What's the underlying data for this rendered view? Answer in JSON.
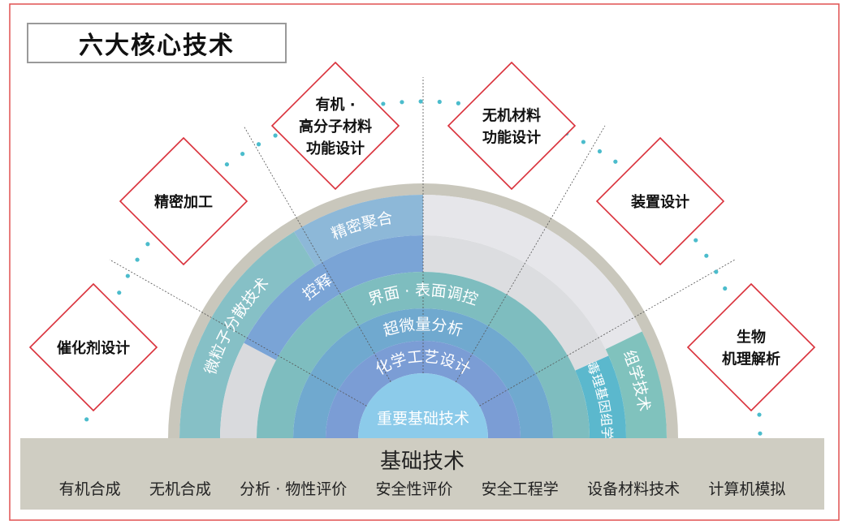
{
  "title": "六大核心技术",
  "core_technologies": [
    {
      "lines": [
        "催化剂设计"
      ]
    },
    {
      "lines": [
        "精密加工"
      ]
    },
    {
      "lines": [
        "有机 ·",
        "高分子材料",
        "功能设计"
      ]
    },
    {
      "lines": [
        "无机材料",
        "功能设计"
      ]
    },
    {
      "lines": [
        "装置设计"
      ]
    },
    {
      "lines": [
        "生物",
        "机理解析"
      ]
    }
  ],
  "rings": {
    "microparticle": "微粒子分散技术",
    "precision_polymerization": "精密聚合",
    "controlled_release": "控释",
    "interface": "界面 · 表面调控",
    "ultra_trace": "超微量分析",
    "chem_process": "化学工艺设计",
    "core": "重要基础技术",
    "omics": "组学技术",
    "toxicogenomics": "毒理基因组学"
  },
  "base": {
    "title": "基础技术",
    "items": [
      "有机合成",
      "无机合成",
      "分析 · 物性评价",
      "安全性评价",
      "安全工程学",
      "设备材料技术",
      "计算机模拟"
    ]
  },
  "colors": {
    "frame": "#e05050",
    "diamond": "#d9303a",
    "dots": "#4bbccc"
  }
}
